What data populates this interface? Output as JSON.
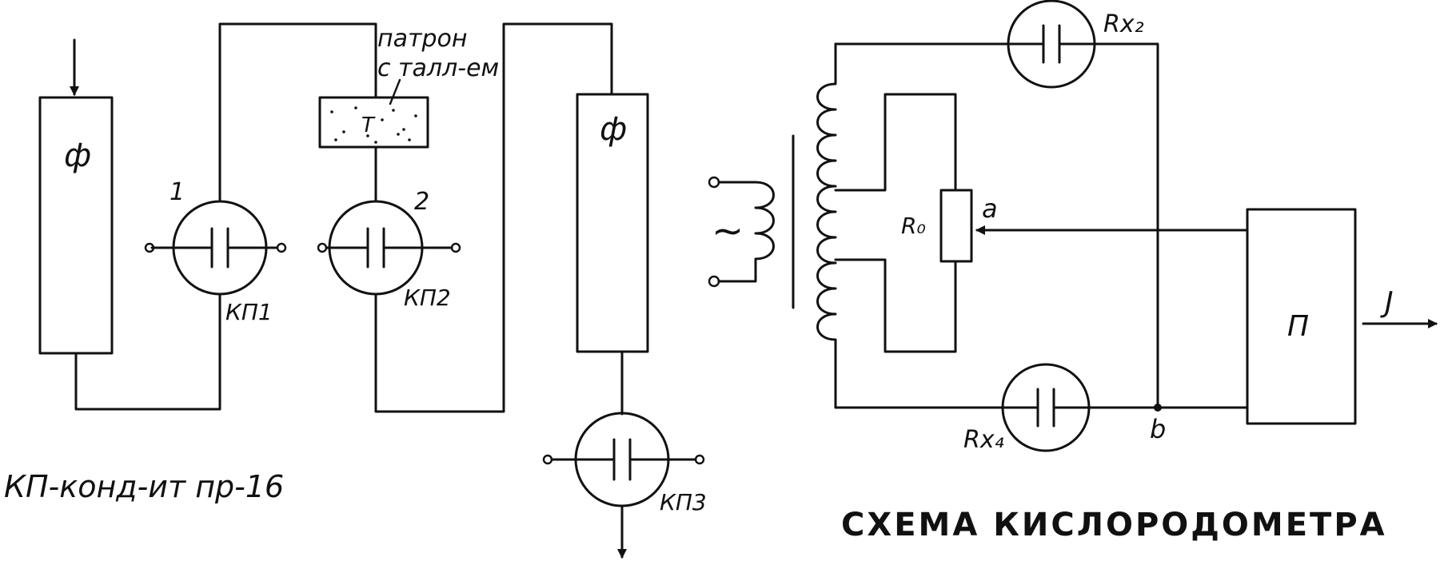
{
  "left_scheme": {
    "filter_1_label": "ф",
    "filter_2_label": "ф",
    "cartridge_text_line1": "патрон",
    "cartridge_text_line2": "с талл-ем",
    "cartridge_symbol": "Т",
    "cell_1_number": "1",
    "cell_2_number": "2",
    "cell_1_label": "КП1",
    "cell_2_label": "КП2",
    "cell_3_label": "КП3",
    "legend": "КП-конд-ит пр-16"
  },
  "right_scheme": {
    "rx2_label": "Rx₂",
    "rx4_label": "Rx₄",
    "r0_label": "R₀",
    "point_a_label": "a",
    "point_b_label": "b",
    "ac_symbol": "~",
    "block_p_label": "П",
    "output_label": "J",
    "caption": "СХЕМА КИСЛОРОДОМЕТРА"
  }
}
